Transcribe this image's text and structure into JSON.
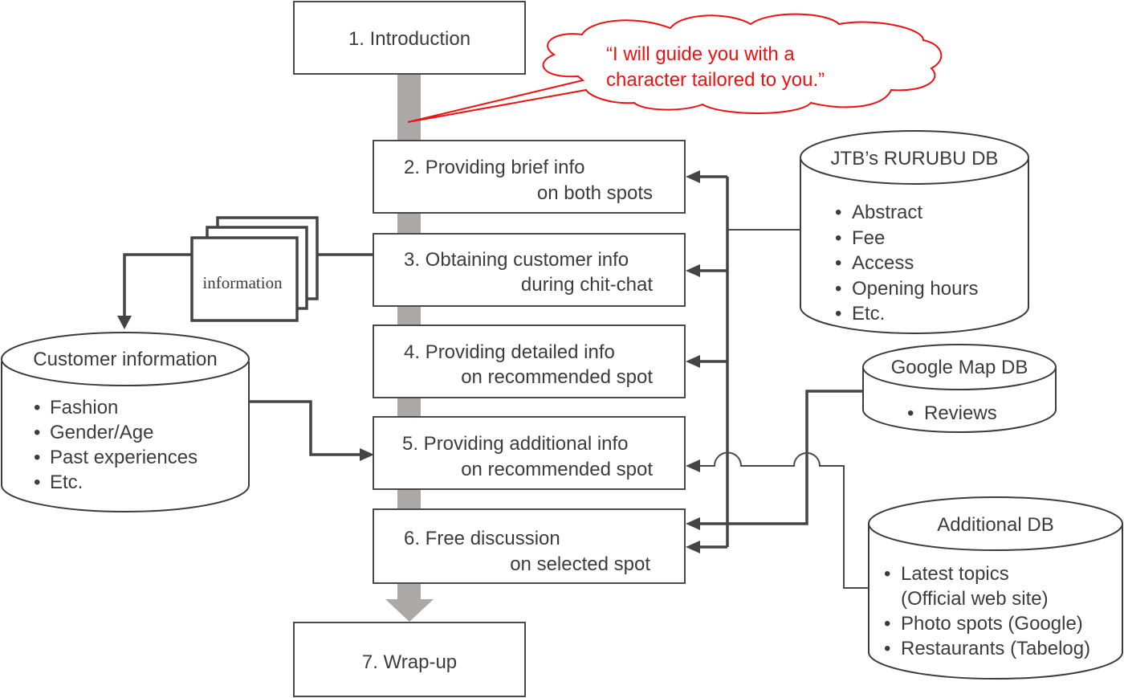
{
  "steps": [
    {
      "line1": "1. Introduction",
      "line2": ""
    },
    {
      "line1": "2. Providing brief info",
      "line2": "on both spots"
    },
    {
      "line1": "3. Obtaining customer info",
      "line2": "during chit-chat"
    },
    {
      "line1": "4. Providing detailed info",
      "line2": "on recommended spot"
    },
    {
      "line1": "5. Providing additional info",
      "line2": "on recommended spot"
    },
    {
      "line1": "6. Free discussion",
      "line2": "on selected spot"
    },
    {
      "line1": "7. Wrap-up",
      "line2": ""
    }
  ],
  "speech_bubble": {
    "line1": "“I will guide you with a",
    "line2": "character tailored to you.”",
    "color": "#ee1111"
  },
  "documents": {
    "label": "information"
  },
  "databases": {
    "customer": {
      "title": "Customer information",
      "items": [
        "Fashion",
        "Gender/Age",
        "Past experiences",
        "Etc."
      ]
    },
    "rurubu": {
      "title": "JTB’s RURUBU DB",
      "items": [
        "Abstract",
        "Fee",
        "Access",
        "Opening hours",
        "Etc."
      ]
    },
    "googlemap": {
      "title": "Google Map DB",
      "items": [
        "Reviews"
      ]
    },
    "additional": {
      "title": "Additional DB",
      "items": [
        "Latest topics",
        "(Official web site)",
        "Photo spots (Google)",
        "Restaurants (Tabelog)"
      ]
    }
  },
  "bullet": "•",
  "colors": {
    "flow_arrow": "#aca8a8",
    "lines": "#444444",
    "bubble": "#ee1111"
  }
}
